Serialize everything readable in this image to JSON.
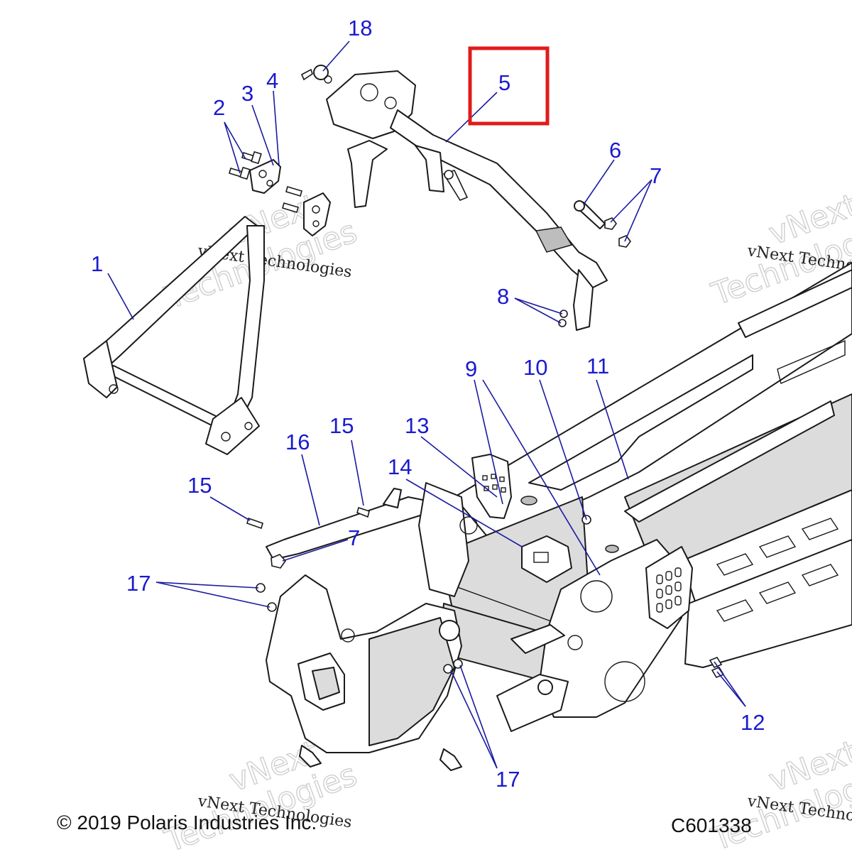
{
  "diagram": {
    "callouts": [
      "18",
      "5",
      "2",
      "3",
      "4",
      "6",
      "7",
      "1",
      "8",
      "9",
      "10",
      "11",
      "15",
      "13",
      "16",
      "14",
      "15",
      "7",
      "17",
      "12",
      "17"
    ],
    "highlighted_callout": "5",
    "highlight_color": "#e01b1b",
    "callout_color": "#1a1ad0",
    "footer": {
      "copyright": "© 2019 Polaris Industries Inc.",
      "drawing_number": "C601338"
    },
    "watermarks": [
      {
        "line1": "vNext",
        "line2": "Technologies",
        "line3": "vNext Technologies"
      },
      {
        "line1": "vNext",
        "line2": "Technologies",
        "line3": "vNext Technologies"
      },
      {
        "line1": "vNext",
        "line2": "Technologies",
        "line3": "vNext Technologies"
      },
      {
        "line1": "vNext",
        "line2": "Technologies",
        "line3": "vNext Technologies"
      }
    ]
  }
}
